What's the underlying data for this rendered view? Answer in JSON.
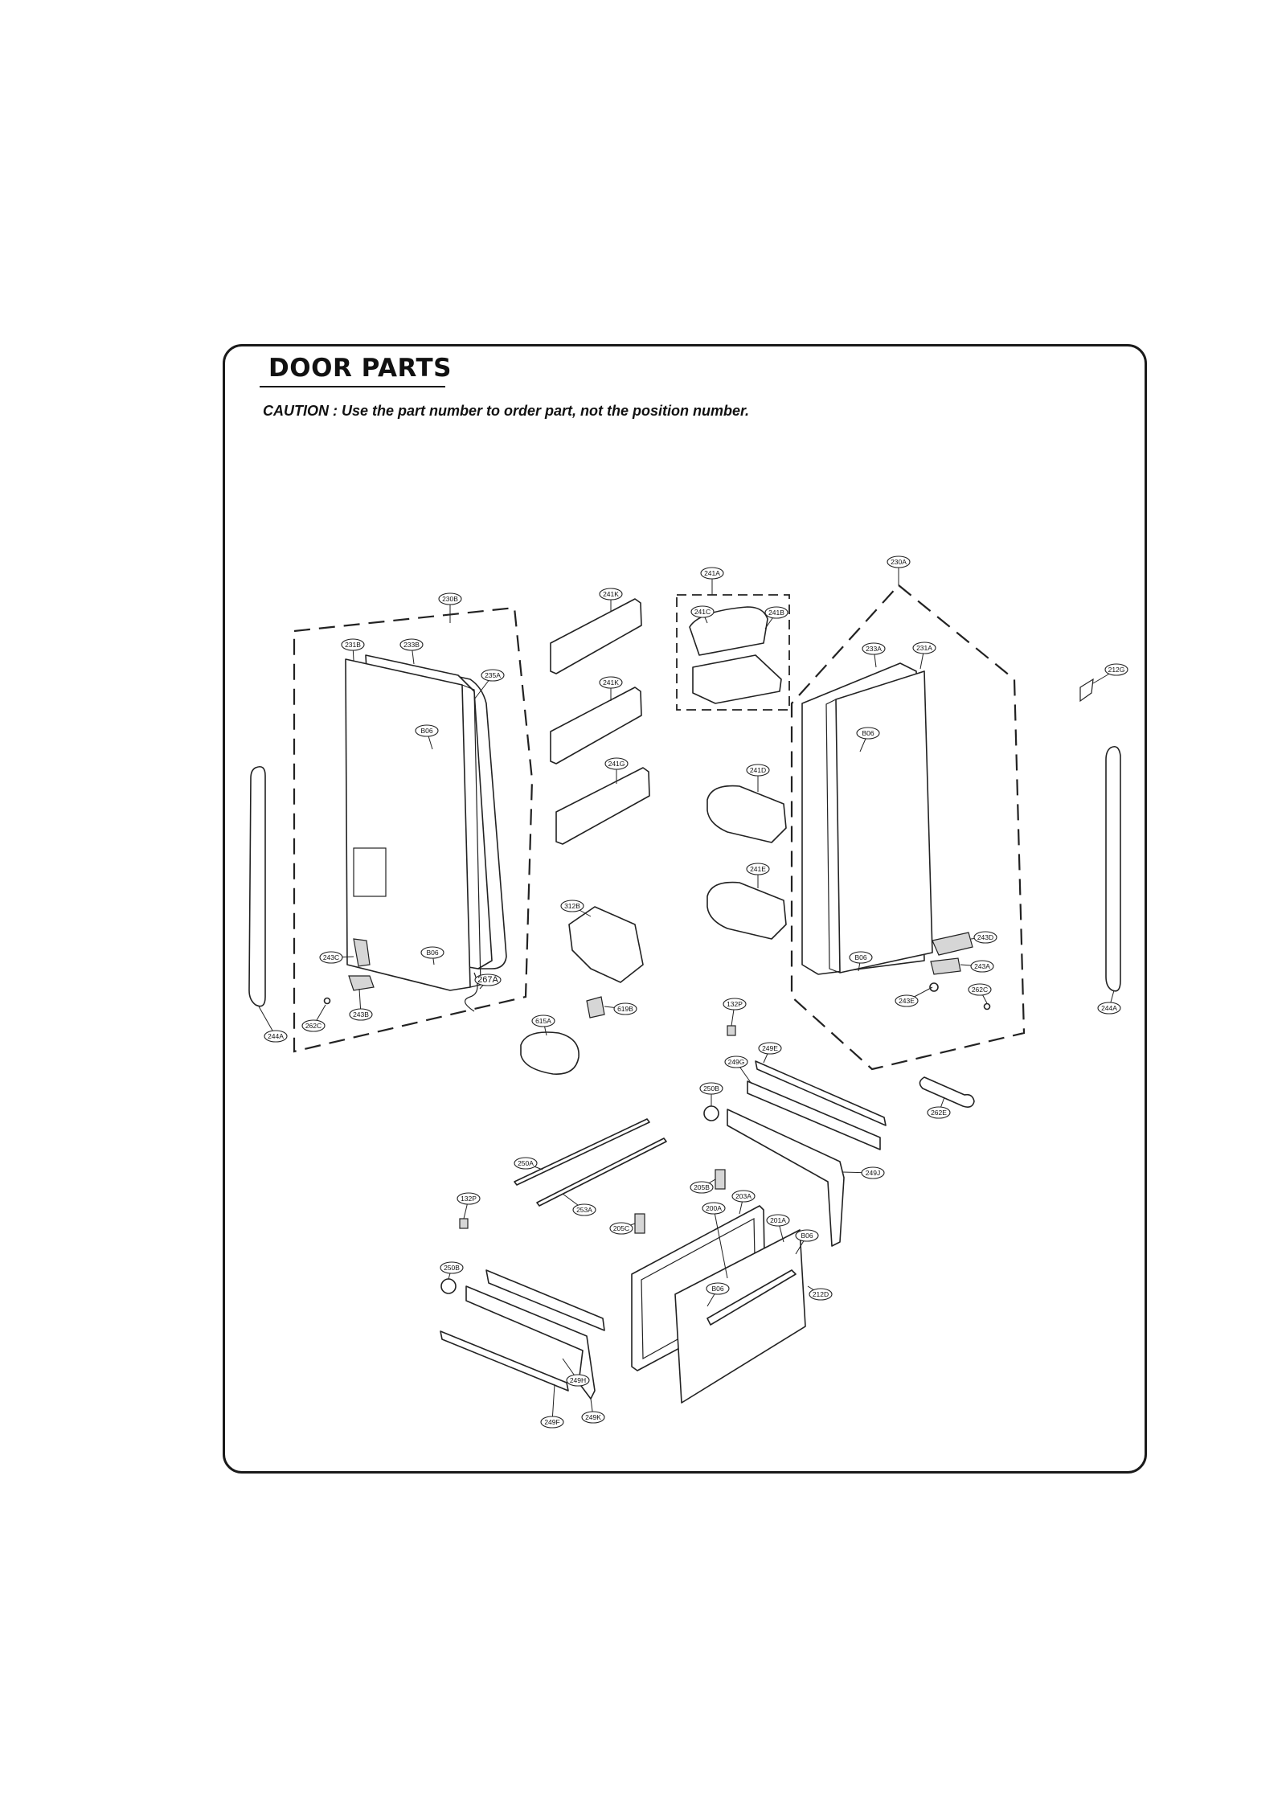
{
  "header": {
    "title": "DOOR PARTS",
    "caution": "CAUTION : Use the part number to order part, not the position number."
  },
  "callouts": [
    {
      "id": "c-230B",
      "label": "230B"
    },
    {
      "id": "c-231B",
      "label": "231B"
    },
    {
      "id": "c-233B",
      "label": "233B"
    },
    {
      "id": "c-235A",
      "label": "235A"
    },
    {
      "id": "c-B06-l1",
      "label": "B06"
    },
    {
      "id": "c-B06-l2",
      "label": "B06"
    },
    {
      "id": "c-243C",
      "label": "243C"
    },
    {
      "id": "c-243B",
      "label": "243B"
    },
    {
      "id": "c-262C-l",
      "label": "262C"
    },
    {
      "id": "c-244A-l",
      "label": "244A"
    },
    {
      "id": "c-267A",
      "label": "267A"
    },
    {
      "id": "c-241K-1",
      "label": "241K"
    },
    {
      "id": "c-241K-2",
      "label": "241K"
    },
    {
      "id": "c-241G",
      "label": "241G"
    },
    {
      "id": "c-241A",
      "label": "241A"
    },
    {
      "id": "c-241C",
      "label": "241C"
    },
    {
      "id": "c-241B",
      "label": "241B"
    },
    {
      "id": "c-241D",
      "label": "241D"
    },
    {
      "id": "c-241E",
      "label": "241E"
    },
    {
      "id": "c-312B",
      "label": "312B"
    },
    {
      "id": "c-619B",
      "label": "619B"
    },
    {
      "id": "c-615A",
      "label": "615A"
    },
    {
      "id": "c-132P-1",
      "label": "132P"
    },
    {
      "id": "c-230A",
      "label": "230A"
    },
    {
      "id": "c-233A",
      "label": "233A"
    },
    {
      "id": "c-231A",
      "label": "231A"
    },
    {
      "id": "c-212G",
      "label": "212G"
    },
    {
      "id": "c-B06-r1",
      "label": "B06"
    },
    {
      "id": "c-B06-r2",
      "label": "B06"
    },
    {
      "id": "c-243D",
      "label": "243D"
    },
    {
      "id": "c-243A",
      "label": "243A"
    },
    {
      "id": "c-262C-r",
      "label": "262C"
    },
    {
      "id": "c-243E",
      "label": "243E"
    },
    {
      "id": "c-244A-r",
      "label": "244A"
    },
    {
      "id": "c-249E",
      "label": "249E"
    },
    {
      "id": "c-249G",
      "label": "249G"
    },
    {
      "id": "c-250B-1",
      "label": "250B"
    },
    {
      "id": "c-262E",
      "label": "262E"
    },
    {
      "id": "c-249J",
      "label": "249J"
    },
    {
      "id": "c-250A",
      "label": "250A"
    },
    {
      "id": "c-253A",
      "label": "253A"
    },
    {
      "id": "c-132P-2",
      "label": "132P"
    },
    {
      "id": "c-205B",
      "label": "205B"
    },
    {
      "id": "c-203A",
      "label": "203A"
    },
    {
      "id": "c-200A",
      "label": "200A"
    },
    {
      "id": "c-201A",
      "label": "201A"
    },
    {
      "id": "c-B06-b1",
      "label": "B06"
    },
    {
      "id": "c-205C",
      "label": "205C"
    },
    {
      "id": "c-B06-b2",
      "label": "B06"
    },
    {
      "id": "c-212D",
      "label": "212D"
    },
    {
      "id": "c-250B-2",
      "label": "250B"
    },
    {
      "id": "c-249H",
      "label": "249H"
    },
    {
      "id": "c-249F",
      "label": "249F"
    },
    {
      "id": "c-249K",
      "label": "249K"
    }
  ]
}
